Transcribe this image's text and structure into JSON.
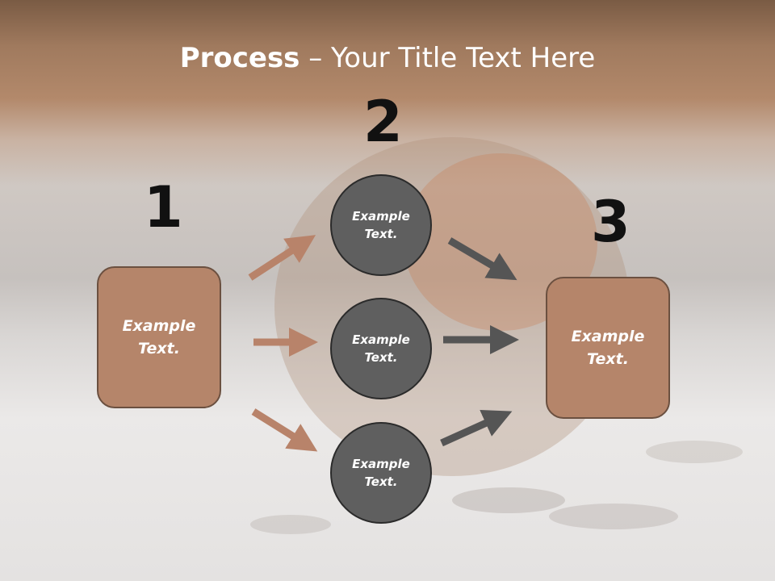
{
  "title": {
    "bold": "Process",
    "rest": " – Your Title Text Here"
  },
  "steps": [
    {
      "number": "1",
      "text": "Example\nText."
    },
    {
      "number": "2"
    },
    {
      "number": "3",
      "text": "Example\nText."
    }
  ],
  "circles": [
    {
      "text": "Example\nText."
    },
    {
      "text": "Example\nText."
    },
    {
      "text": "Example\nText."
    }
  ],
  "colors": {
    "box_fill": "#b5856a",
    "box_border": "#6b5040",
    "circle_fill": "#5f5f5f",
    "arrow_brown": "#b8836a",
    "arrow_gray": "#555555"
  }
}
